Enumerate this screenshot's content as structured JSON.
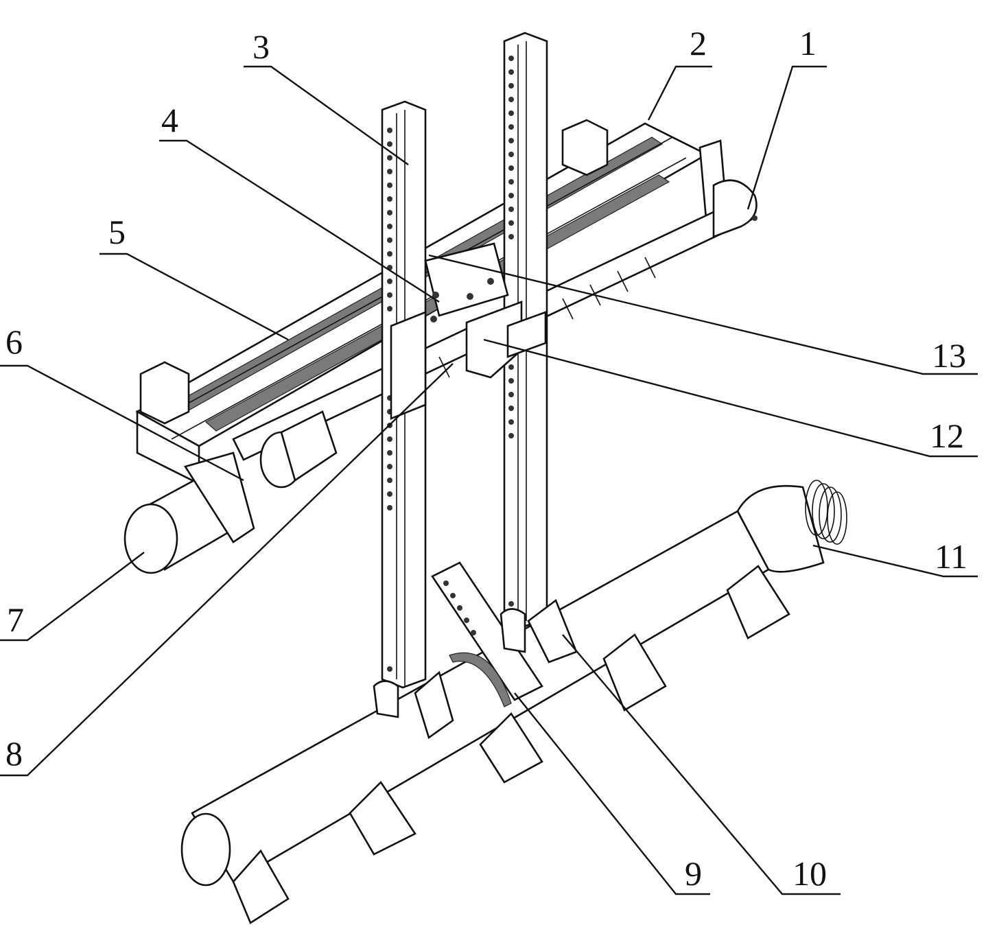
{
  "figure": {
    "type": "mechanical-assembly-isometric-drawing",
    "callouts": [
      {
        "id": "1",
        "label": "1"
      },
      {
        "id": "2",
        "label": "2"
      },
      {
        "id": "3",
        "label": "3"
      },
      {
        "id": "4",
        "label": "4"
      },
      {
        "id": "5",
        "label": "5"
      },
      {
        "id": "6",
        "label": "6"
      },
      {
        "id": "7",
        "label": "7"
      },
      {
        "id": "8",
        "label": "8"
      },
      {
        "id": "9",
        "label": "9"
      },
      {
        "id": "10",
        "label": "10"
      },
      {
        "id": "11",
        "label": "11"
      },
      {
        "id": "12",
        "label": "12"
      },
      {
        "id": "13",
        "label": "13"
      }
    ],
    "colors": {
      "line": "#111111",
      "background": "#ffffff",
      "shade": "#7a7a7a"
    }
  }
}
